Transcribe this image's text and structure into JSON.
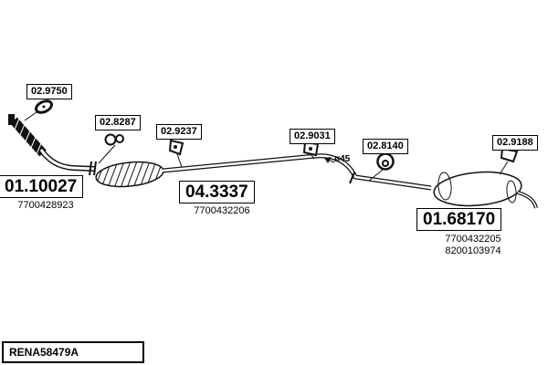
{
  "footer": {
    "drawing_ref": "RENA58479A"
  },
  "annotations": {
    "diameter": "ø45"
  },
  "parts": [
    {
      "code": "02.9750"
    },
    {
      "code": "02.8287"
    },
    {
      "code": "02.9237"
    },
    {
      "code": "02.9031"
    },
    {
      "code": "02.8140"
    },
    {
      "code": "02.9188"
    }
  ],
  "sections": [
    {
      "code": "01.10027",
      "oem1": "7700428923"
    },
    {
      "code": "04.3337",
      "oem1": "7700432206"
    },
    {
      "code": "01.68170",
      "oem1": "7700432205",
      "oem2": "8200103974"
    }
  ]
}
